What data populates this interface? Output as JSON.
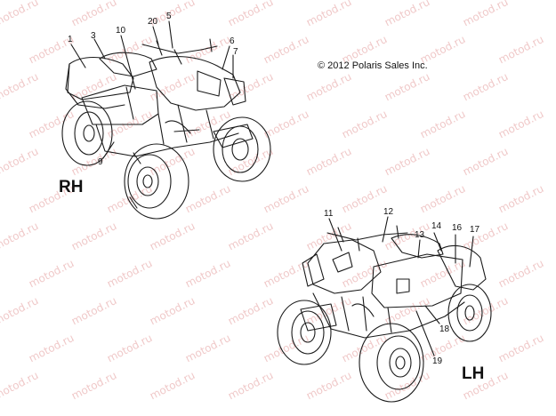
{
  "copyright": "© 2012 Polaris Sales Inc.",
  "watermark_text": "motod.ru",
  "side_labels": {
    "rh": "RH",
    "lh": "LH"
  },
  "callouts_rh": [
    "1",
    "3",
    "10",
    "20",
    "5",
    "6",
    "7",
    "9"
  ],
  "callouts_lh": [
    "11",
    "12",
    "13",
    "14",
    "16",
    "17",
    "18",
    "19"
  ],
  "colors": {
    "line": "#1a1a1a",
    "watermark": "#f0c9c9",
    "background": "#ffffff"
  }
}
